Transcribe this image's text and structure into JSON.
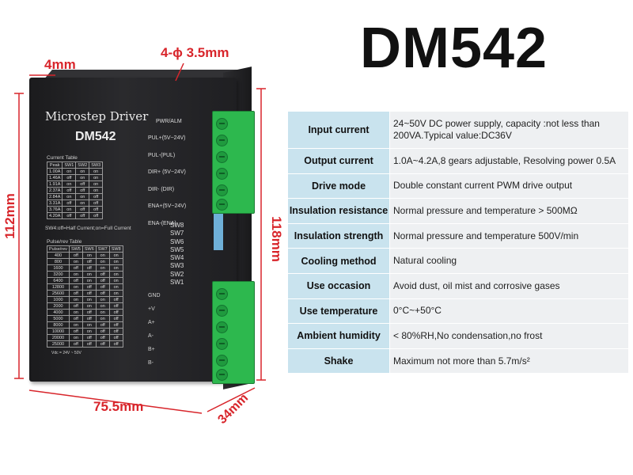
{
  "title": "DM542",
  "dimensions": {
    "top_width": "4mm",
    "hole": "4-ϕ 3.5mm",
    "height_left": "112mm",
    "height_right": "118mm",
    "width": "75.5mm",
    "depth": "34mm"
  },
  "driver": {
    "heading": "Microstep  Driver",
    "model": "DM542",
    "pwr_alm": "PWR/ALM",
    "pins": [
      "PUL+(5V~24V)",
      "PUL-(PUL)",
      "DIR+ (5V~24V)",
      "DIR- (DIR)",
      "ENA+(5V~24V)",
      "ENA-(ENA)"
    ],
    "switches": [
      "SW8",
      "SW7",
      "SW6",
      "SW5",
      "SW4",
      "SW3",
      "SW2",
      "SW1"
    ],
    "power_pins": [
      "GND",
      "+V",
      "A+",
      "A-",
      "B+",
      "B-"
    ],
    "current_table_label": "Current  Table",
    "current_headers": [
      "Peak",
      "SW1",
      "SW2",
      "SW3"
    ],
    "current_rows": [
      [
        "1.00A",
        "on",
        "on",
        "on"
      ],
      [
        "1.46A",
        "off",
        "on",
        "on"
      ],
      [
        "1.91A",
        "on",
        "off",
        "on"
      ],
      [
        "2.37A",
        "off",
        "off",
        "on"
      ],
      [
        "2.84A",
        "on",
        "on",
        "off"
      ],
      [
        "3.31A",
        "off",
        "on",
        "off"
      ],
      [
        "3.76A",
        "on",
        "off",
        "off"
      ],
      [
        "4.20A",
        "off",
        "off",
        "off"
      ]
    ],
    "sw4_note": "SW4:off=Half Current;on=Full Current",
    "pulse_table_label": "Pulse/rev Table",
    "pulse_headers": [
      "Pulse/rev",
      "SW5",
      "SW6",
      "SW7",
      "SW8"
    ],
    "pulse_rows": [
      [
        "400",
        "off",
        "on",
        "on",
        "on"
      ],
      [
        "800",
        "on",
        "off",
        "on",
        "on"
      ],
      [
        "1600",
        "off",
        "off",
        "on",
        "on"
      ],
      [
        "3200",
        "on",
        "on",
        "off",
        "on"
      ],
      [
        "6400",
        "off",
        "on",
        "off",
        "on"
      ],
      [
        "12800",
        "on",
        "off",
        "off",
        "on"
      ],
      [
        "25600",
        "off",
        "off",
        "off",
        "on"
      ],
      [
        "1000",
        "on",
        "on",
        "on",
        "off"
      ],
      [
        "2000",
        "off",
        "on",
        "on",
        "off"
      ],
      [
        "4000",
        "on",
        "off",
        "on",
        "off"
      ],
      [
        "5000",
        "off",
        "off",
        "on",
        "off"
      ],
      [
        "8000",
        "on",
        "on",
        "off",
        "off"
      ],
      [
        "10000",
        "off",
        "on",
        "off",
        "off"
      ],
      [
        "20000",
        "on",
        "off",
        "off",
        "off"
      ],
      [
        "25000",
        "off",
        "off",
        "off",
        "off"
      ]
    ],
    "vdc_note": "Vdc = 24V ~ 50V"
  },
  "specs": [
    {
      "label": "Input current",
      "value": "24~50V DC power supply, capacity :not less than 200VA.Typical value:DC36V"
    },
    {
      "label": "Output current",
      "value": "1.0A~4.2A,8 gears adjustable, Resolving power 0.5A"
    },
    {
      "label": "Drive mode",
      "value": "Double constant current PWM drive output"
    },
    {
      "label": "Insulation resistance",
      "value": "Normal pressure and temperature > 500MΩ"
    },
    {
      "label": "Insulation strength",
      "value": "Normal pressure and temperature 500V/min"
    },
    {
      "label": "Cooling method",
      "value": "Natural cooling"
    },
    {
      "label": "Use occasion",
      "value": "Avoid dust, oil mist and corrosive gases"
    },
    {
      "label": "Use temperature",
      "value": "0°C~+50°C"
    },
    {
      "label": "Ambient humidity",
      "value": "< 80%RH,No condensation,no frost"
    },
    {
      "label": "Shake",
      "value": "Maximum not more than 5.7m/s²"
    }
  ],
  "colors": {
    "dimension_red": "#d8252b",
    "spec_label_bg": "#c9e3ee",
    "spec_value_bg": "#eef0f2",
    "terminal_green": "#2db84e"
  }
}
